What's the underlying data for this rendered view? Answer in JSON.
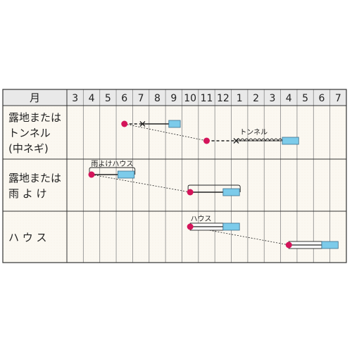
{
  "header_label": "月",
  "months": [
    "3",
    "4",
    "5",
    "6",
    "7",
    "8",
    "9",
    "10",
    "11",
    "12",
    "1",
    "2",
    "3",
    "4",
    "5",
    "6",
    "7"
  ],
  "rows": [
    {
      "id": "roji-tunnel",
      "label_lines": [
        "露地または",
        "トンネル",
        "(中ネギ)"
      ],
      "tracks": [
        {
          "sow": 6.0,
          "segments": [
            {
              "type": "dashed",
              "from": 6.0,
              "to": 7.1
            },
            {
              "type": "solid",
              "from": 7.1,
              "to": 8.7
            },
            {
              "type": "harvest",
              "from": 8.7,
              "to": 9.4
            }
          ],
          "cross": 7.1
        },
        {
          "sow": 11.0,
          "segments": [
            {
              "type": "dashed",
              "from": 11.0,
              "to": 12.8
            },
            {
              "type": "tunnel",
              "from": 12.8,
              "to": 15.6,
              "label": "トンネル"
            },
            {
              "type": "harvest",
              "from": 15.6,
              "to": 16.6
            }
          ],
          "cross": 12.8
        }
      ],
      "transplant_link": {
        "from": 6.0,
        "to": 11.0
      }
    },
    {
      "id": "roji-ameyoke",
      "label_lines": [
        "露地または",
        "雨 よ け"
      ],
      "tracks": [
        {
          "sow": 4.0,
          "segments": [
            {
              "type": "solid",
              "from": 4.0,
              "to": 5.6
            },
            {
              "type": "harvest",
              "from": 5.6,
              "to": 6.6
            }
          ],
          "cover": {
            "from": 4.0,
            "to": 6.6,
            "label": "雨よけハウス"
          }
        },
        {
          "sow": 10.0,
          "segments": [
            {
              "type": "solid",
              "from": 10.0,
              "to": 12.0
            },
            {
              "type": "harvest",
              "from": 12.0,
              "to": 13.0
            }
          ],
          "cover": {
            "from": 10.0,
            "to": 13.0,
            "label": ""
          }
        }
      ],
      "transplant_link": {
        "from": 4.0,
        "to": 10.0
      }
    },
    {
      "id": "house",
      "label_lines": [
        "ハ ウ ス"
      ],
      "tracks": [
        {
          "sow": 10.0,
          "segments": [
            {
              "type": "house",
              "from": 10.0,
              "to": 12.0
            },
            {
              "type": "harvest",
              "from": 12.0,
              "to": 13.0
            }
          ],
          "house_label": "ハウス"
        },
        {
          "sow": 16.0,
          "segments": [
            {
              "type": "house",
              "from": 16.0,
              "to": 18.0
            },
            {
              "type": "harvest",
              "from": 18.0,
              "to": 19.0
            }
          ]
        }
      ],
      "transplant_link": {
        "from": 10.0,
        "to": 16.0
      }
    }
  ],
  "colors": {
    "border": "#333333",
    "grid": "#888888",
    "header_bg": "#e9e9e9",
    "row_bg": "#fbf8f1",
    "sow_dot": "#d4145a",
    "harvest": "#7ccbea",
    "harvest_border": "#3a6e8c",
    "line": "#222222"
  }
}
